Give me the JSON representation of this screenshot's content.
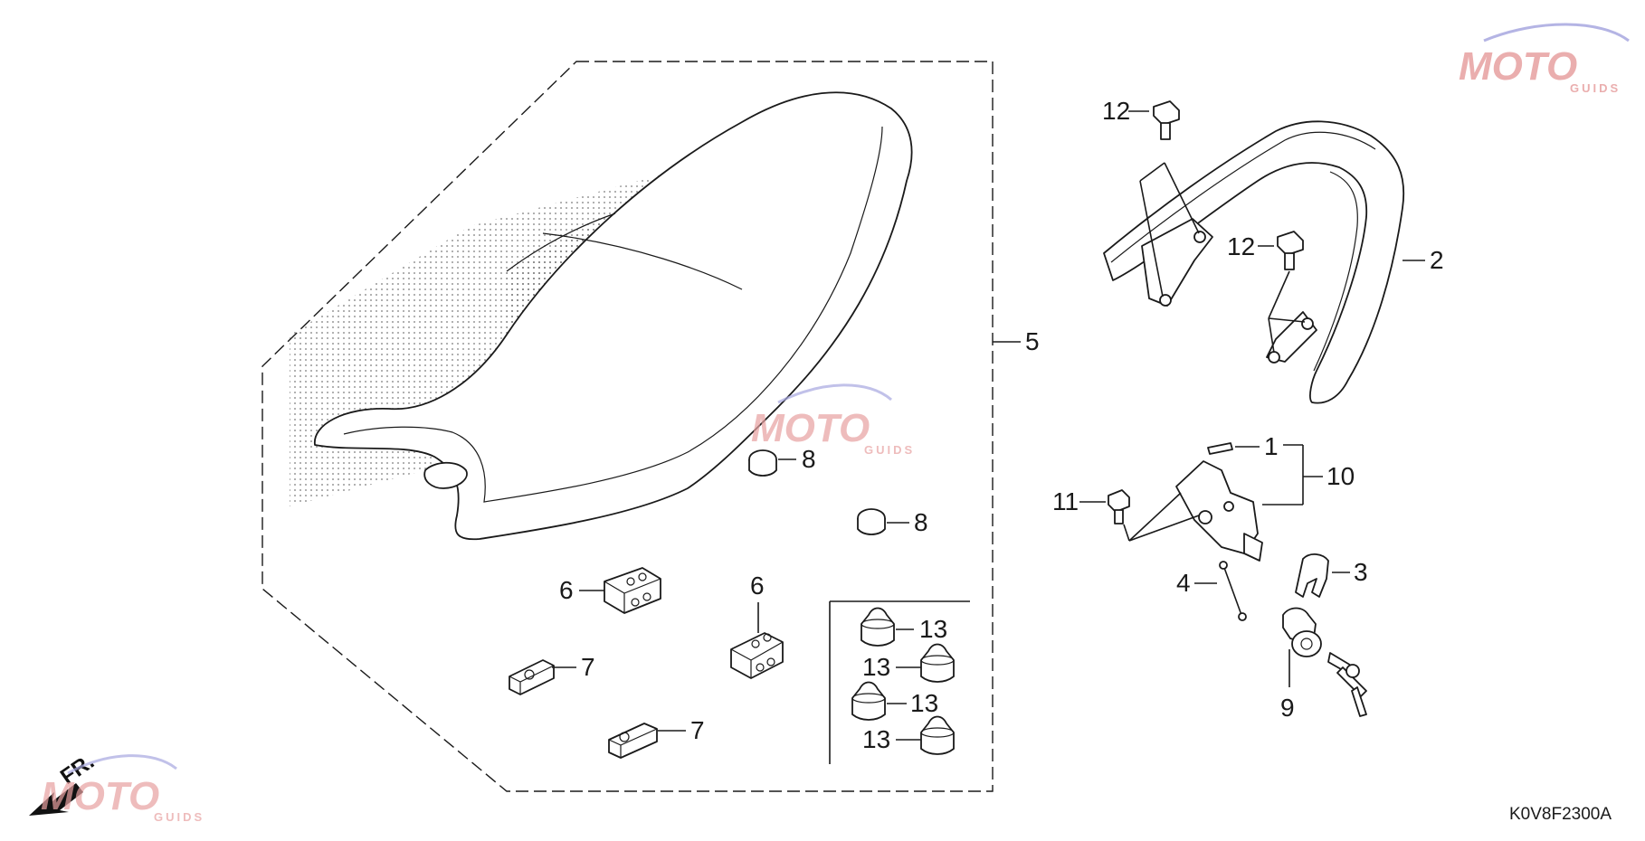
{
  "diagram": {
    "drawing_code": "K0V8F2300A",
    "direction_label": "FR.",
    "callouts": [
      "1",
      "2",
      "3",
      "4",
      "5",
      "6",
      "6",
      "7",
      "7",
      "8",
      "8",
      "9",
      "10",
      "11",
      "12",
      "12",
      "13",
      "13",
      "13",
      "13"
    ]
  },
  "watermark": {
    "text": "MOTO",
    "subtext": "GUIDS",
    "color": "#e7a0a0"
  },
  "colors": {
    "line": "#1a1a1a",
    "background": "#ffffff",
    "watermark_red": "#e7a0a0",
    "watermark_blue": "#a8a8e0"
  }
}
